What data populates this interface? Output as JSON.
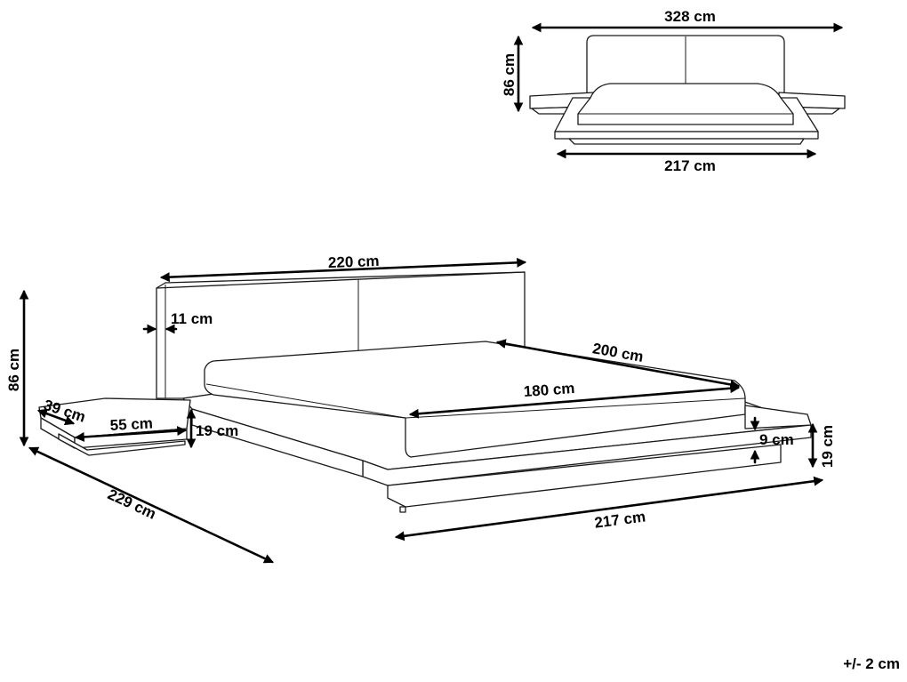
{
  "dimensions": {
    "front_width": "328 cm",
    "front_height": "86 cm",
    "front_base": "217 cm",
    "headboard_width": "220 cm",
    "headboard_thickness": "11 cm",
    "total_height": "86 cm",
    "nightstand_depth": "39 cm",
    "nightstand_width": "55 cm",
    "nightstand_height": "19 cm",
    "mattress_length": "200 cm",
    "mattress_width": "180 cm",
    "frame_gap": "9 cm",
    "frame_height": "19 cm",
    "total_length": "229 cm",
    "base_width": "217 cm"
  },
  "tolerance": "+/- 2 cm"
}
